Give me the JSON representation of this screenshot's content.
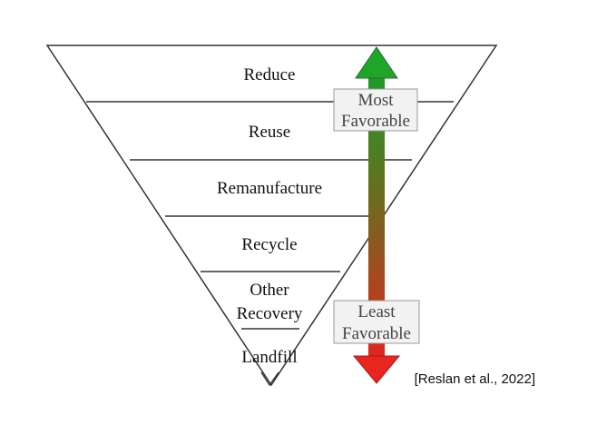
{
  "hierarchy": {
    "tiers": [
      {
        "lines": [
          "Reduce"
        ]
      },
      {
        "lines": [
          "Reuse"
        ]
      },
      {
        "lines": [
          "Remanufacture"
        ]
      },
      {
        "lines": [
          "Recycle"
        ]
      },
      {
        "lines": [
          "Other",
          "Recovery"
        ]
      },
      {
        "lines": [
          "Landfill"
        ]
      }
    ]
  },
  "arrow": {
    "top_label": [
      "Most",
      "Favorable"
    ],
    "bottom_label": [
      "Least",
      "Favorable"
    ],
    "top_color": "#1a9e2a",
    "bottom_color": "#e8251f"
  },
  "citation": "[Reslan et al., 2022]"
}
